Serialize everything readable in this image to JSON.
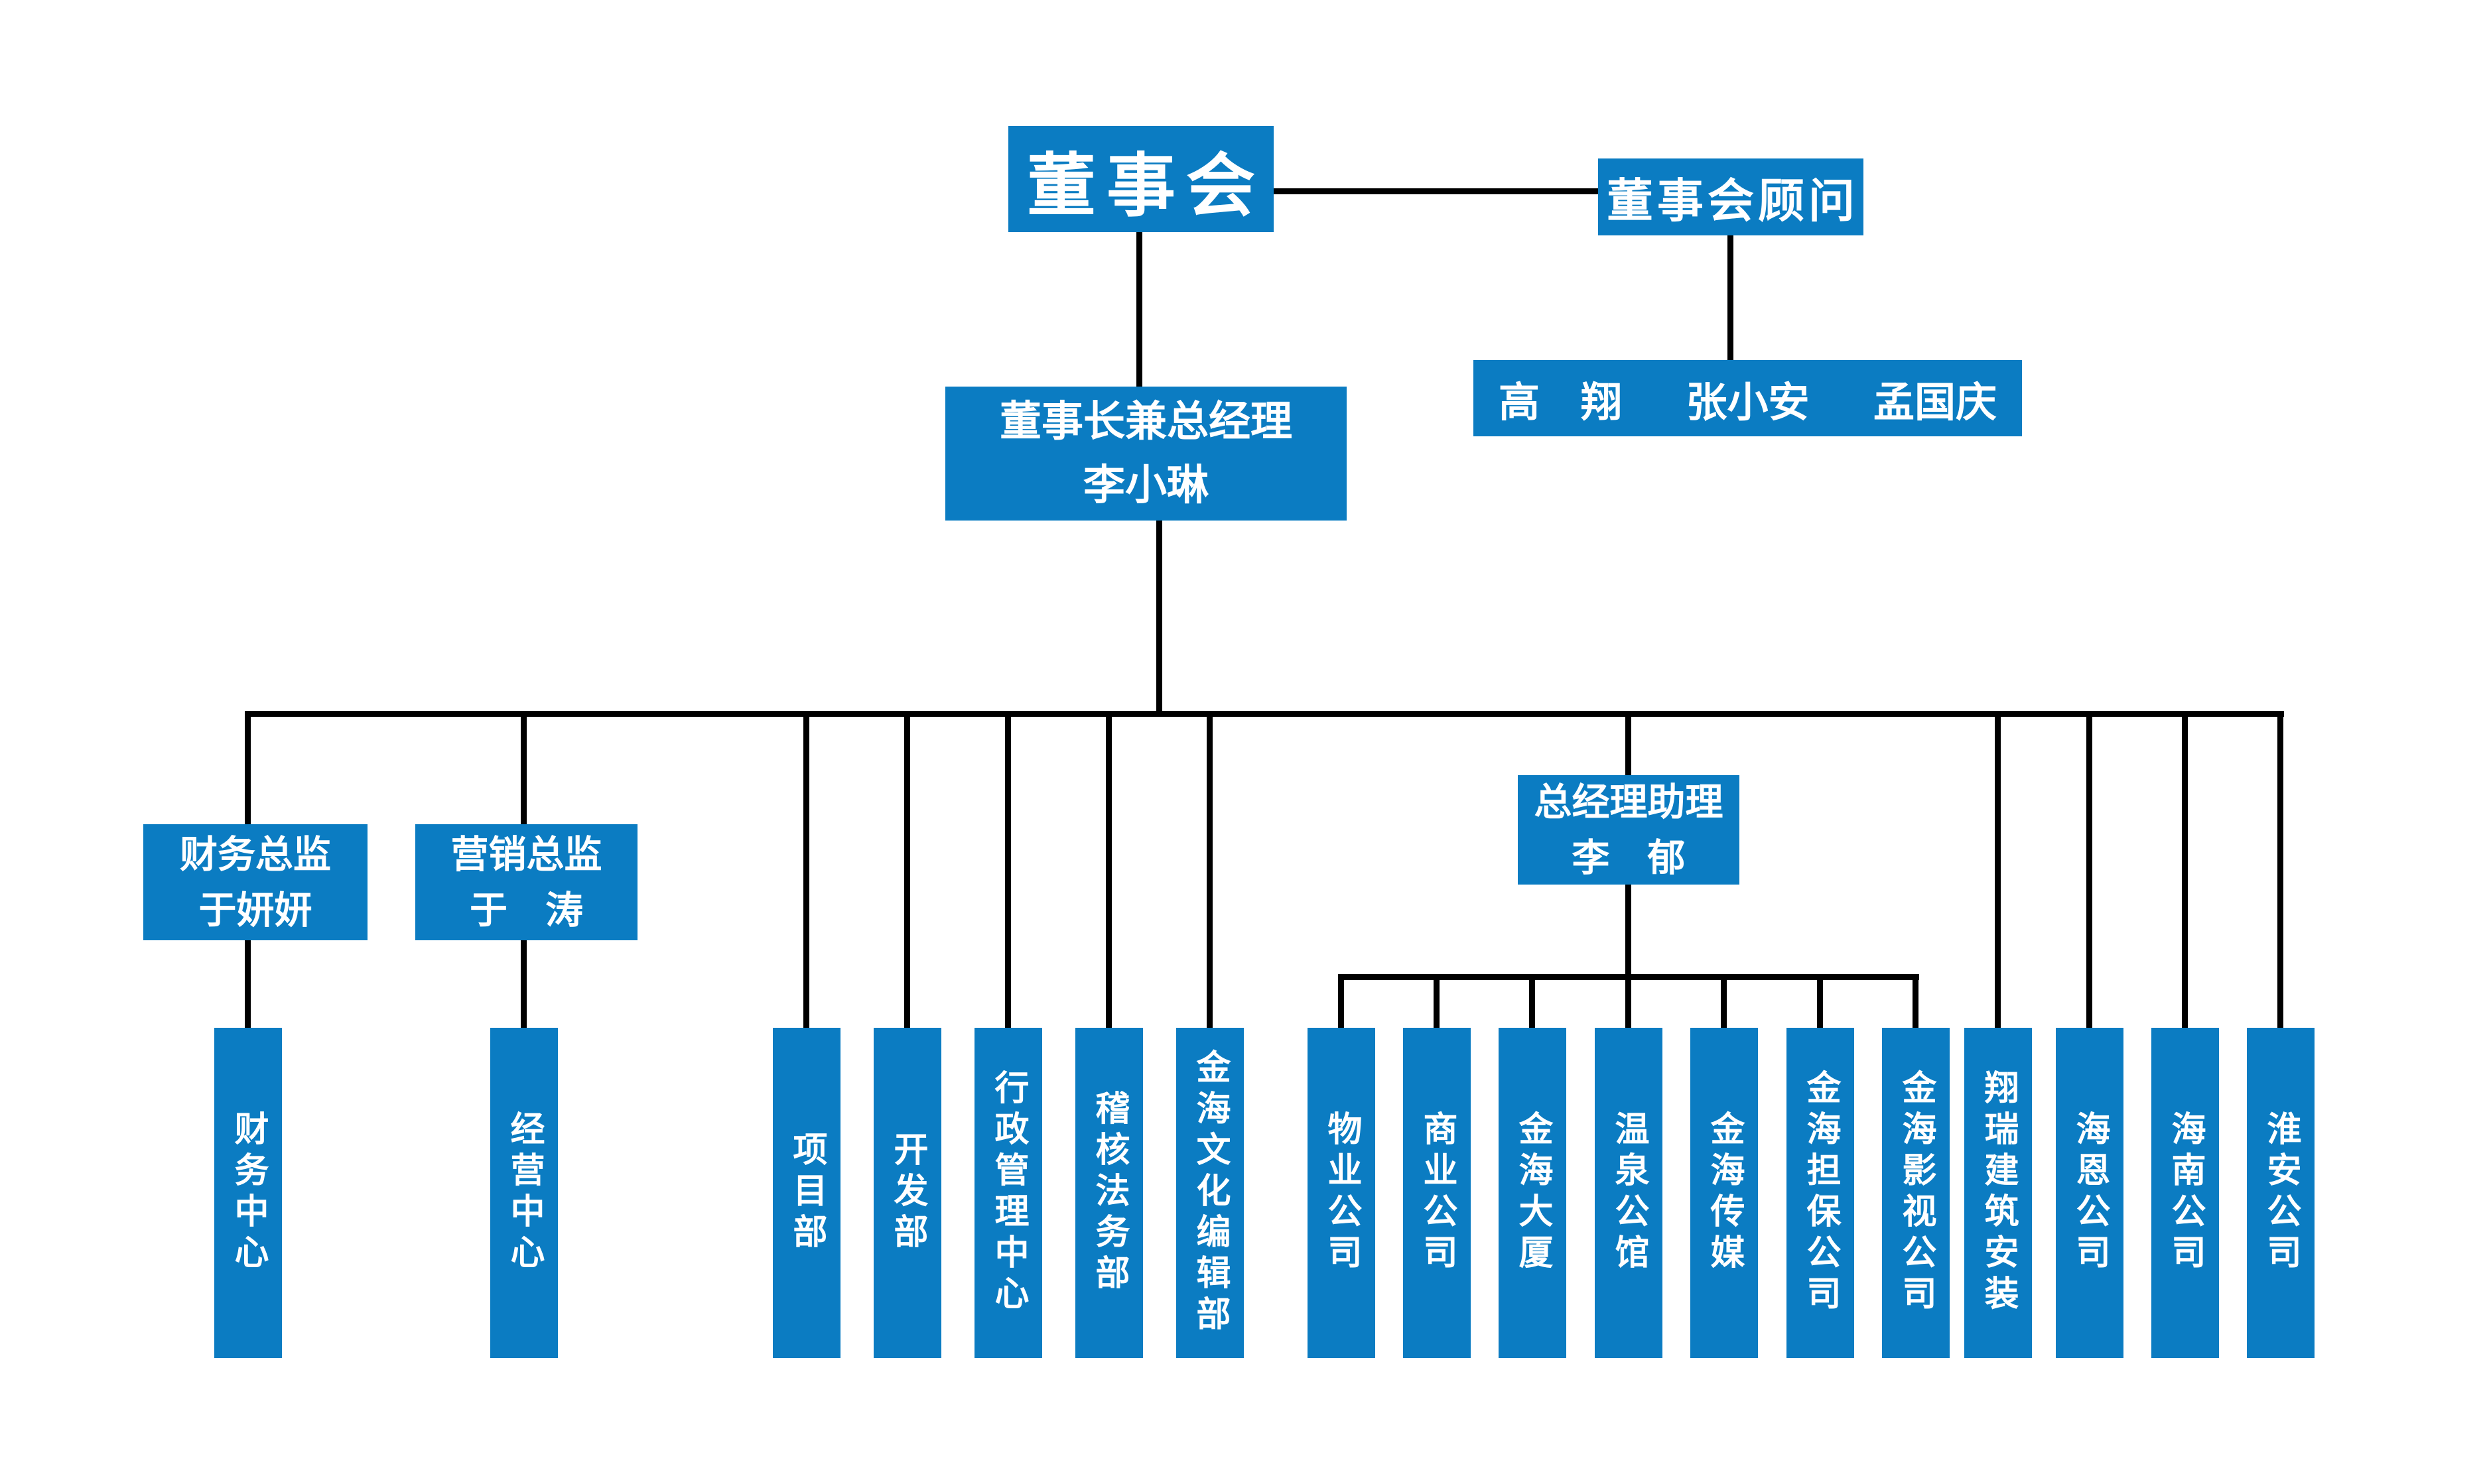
{
  "org_chart": {
    "colors": {
      "box_blue": "#0B7CC2",
      "line_black": "#000000",
      "text_white": "#FFFFFF"
    },
    "board": {
      "label": "董事会"
    },
    "advisor": {
      "label": "董事会顾问"
    },
    "advisor_members": [
      "高　翔",
      "张小安",
      "孟国庆"
    ],
    "chairman": {
      "title": "董事长兼总经理",
      "name": "李小琳"
    },
    "finance_director": {
      "title": "财务总监",
      "name": "于妍妍"
    },
    "marketing_director": {
      "title": "营销总监",
      "name": "于　涛"
    },
    "gm_assistant": {
      "title": "总经理助理",
      "name": "李　郁"
    },
    "finance_center": "财务中心",
    "operation_center": "经营中心",
    "departments": [
      "项目部",
      "开发部",
      "行政管理中心",
      "稽核法务部",
      "金海文化编辑部"
    ],
    "assistant_companies": [
      "物业公司",
      "商业公司",
      "金海大厦",
      "温泉公馆",
      "金海传媒",
      "金海担保公司",
      "金海影视公司"
    ],
    "direct_companies": [
      "翔瑞建筑安装",
      "海恩公司",
      "海南公司",
      "淮安公司"
    ]
  }
}
